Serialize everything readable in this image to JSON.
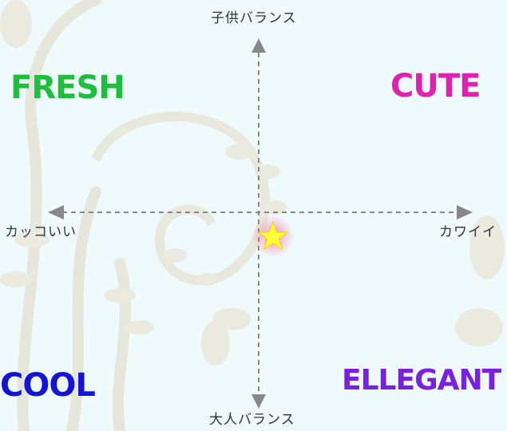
{
  "axes": {
    "top": "子供バランス",
    "bottom": "大人バランス",
    "left": "カッコいい",
    "right": "カワイイ"
  },
  "quadrants": {
    "top_left": {
      "label": "FRESH",
      "color": "#1fbf3e"
    },
    "top_right": {
      "label": "CUTE",
      "color": "#e020b0"
    },
    "bottom_left": {
      "label": "COOL",
      "color": "#1414d8"
    },
    "bottom_right": {
      "label": "ELLEGANT",
      "color": "#7a20e0"
    }
  },
  "marker": {
    "icon": "star-icon",
    "color": "#ffff33"
  }
}
